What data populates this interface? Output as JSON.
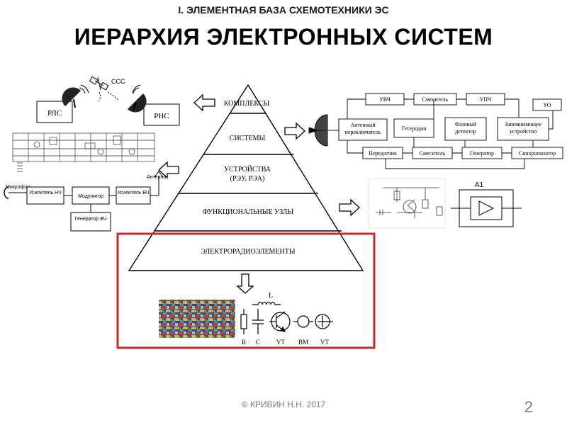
{
  "slide": {
    "section": "I. ЭЛЕМЕНТНАЯ БАЗА СХЕМОТЕХНИКИ ЭС",
    "title": "ИЕРАРХИЯ ЭЛЕКТРОННЫХ СИСТЕМ",
    "footer": "© КРИВИН Н.Н. 2017",
    "page_number": "2"
  },
  "pyramid": {
    "levels": [
      "КОМПЛЕКСЫ",
      "СИСТЕМЫ",
      "УСТРОЙСТВА",
      "(РЭУ, РЭА)",
      "ФУНКЦИОНАЛЬНЫЕ УЗЛЫ",
      "ЭЛЕКТРОРАДИОЭЛЕМЕНТЫ"
    ],
    "highlight_color": "#d0262a"
  },
  "complexes": {
    "rls": "РЛС",
    "rns": "РНС",
    "sss": "ССС"
  },
  "radio_chain": {
    "microphone": "Микрофон",
    "amp_lf": "Усилитель НЧ",
    "modulator": "Модулятор",
    "amp_hf": "Усилитель ВЧ",
    "generator_hf": "Генератор ВЧ",
    "antenna": "Антенна"
  },
  "radar_system": {
    "uvch": "УВЧ",
    "mixer": "Смеситель",
    "upch": "УПЧ",
    "uo": "УО",
    "antenna_switch": "Антенный переключатель",
    "heterodyne": "Гетеродин",
    "phase_detector": "Фазовый детектор",
    "memory": "Запоминающее устройство",
    "transmitter": "Передатчик",
    "generator": "Генератор",
    "synchronizer": "Синхронизатор"
  },
  "functional_units": {
    "a1": "A1"
  },
  "elements": {
    "inductor": "L",
    "labels": [
      "R",
      "C",
      "VT",
      "BM",
      "VT"
    ]
  }
}
